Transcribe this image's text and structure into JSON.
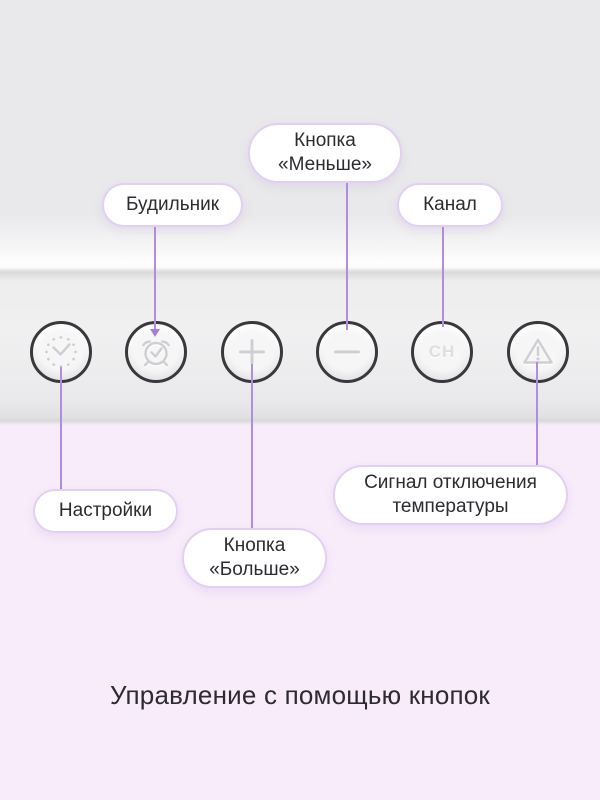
{
  "title": "Управление с помощью кнопок",
  "colors": {
    "background_top": "#e9e9eb",
    "background_bottom": "#f8ecfa",
    "accent_line": "#b18ce0",
    "bubble_border": "#e2d0f2",
    "text": "#2b2b30"
  },
  "buttons": [
    {
      "id": "settings",
      "icon": "clock-icon"
    },
    {
      "id": "alarm",
      "icon": "alarm-clock-icon"
    },
    {
      "id": "plus",
      "icon": "plus-icon"
    },
    {
      "id": "minus",
      "icon": "minus-icon"
    },
    {
      "id": "channel",
      "icon": "ch-text",
      "label": "CH"
    },
    {
      "id": "temp-alert",
      "icon": "warning-triangle-icon"
    }
  ],
  "callouts": {
    "alarm": "Будильник",
    "minus": "Кнопка «Меньше»",
    "channel": "Канал",
    "settings": "Настройки",
    "plus": "Кнопка «Больше»",
    "temp_alert": "Сигнал отключения температуры"
  }
}
